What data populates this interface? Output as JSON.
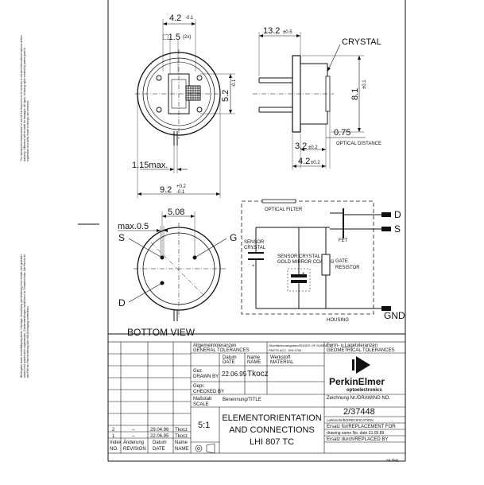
{
  "top_drawing": {
    "dim_width_top": "4.2",
    "dim_width_top_tol": "-0.1",
    "dim_square": "□1.5",
    "dim_square_sup": "(2x)",
    "dim_side_length": "13.2",
    "dim_side_length_tol": "±0.5",
    "label_crystal": "CRYSTAL",
    "dim_window_height": "5.2",
    "dim_window_height_tol": "-0.1",
    "dim_body_height": "8.1",
    "dim_body_height_tol": "±0.1",
    "dim_optical": "0.75",
    "label_optical_distance": "OPTICAL DISTANCE",
    "dim_3_2": "3.2",
    "dim_3_2_tol": "±0.2",
    "dim_4_2": "4.2",
    "dim_4_2_tol": "±0.2",
    "dim_max_tab": "1.15max.",
    "dim_diameter": "9.2",
    "dim_diameter_tol_plus": "+0.2",
    "dim_diameter_tol_minus": "-0.1"
  },
  "bottom_view": {
    "dim_pin_spacing": "5.08",
    "dim_max": "max.0.5",
    "pin_s": "S",
    "pin_g": "G",
    "pin_d": "D",
    "caption": "BOTTOM VIEW"
  },
  "schematic": {
    "label_optical_filter": "OPTICAL FILTER",
    "label_sensor_crystal": [
      "SENSOR",
      "CRYSTAL"
    ],
    "label_sensor_crystal_gold": [
      "SENSOR CRYSTAL",
      "GOLD MIRROR COATING"
    ],
    "label_fet": "FET",
    "label_gate_resistor": [
      "GATE",
      "RESISTOR"
    ],
    "label_housing": "HOUSING",
    "terminal_d": "D",
    "terminal_s": "S",
    "terminal_gnd": "GND"
  },
  "side_notes": {
    "note_top": "The reproduction/transmission or use of this document or its contents is not permitted without express written authority. Offenders will be liable for damages. All rights, including rights created by patent grant or registration of a utility model or design, are reserved.",
    "note_bottom": "Weitergabe sowie Vervielfältigung dieser Unterlage, Verwertung und Mitteilung ihres Inhalts nicht gestattet, soweit nicht ausdrücklich zugestanden. Zuwiderhandlungen verpflichten zu Schadenersatz. Alle Rechte für den Fall der Patenterteilung oder GM-Eintragung vorbehalten."
  },
  "title_block": {
    "general_tol_de": "Allgemeintoleranzen",
    "general_tol_en": "GENERAL TOLERANCES",
    "surface_de": "Oberflächenangaben/EDGES OF SURFACE",
    "surface_en": "PARTS ACC. DIN 6784",
    "form_tol_de": "Form- u.Lagetoleranzen",
    "form_tol_en": "GEOMETRICAL TOLERANCES",
    "date_de": "Datum",
    "date_en": "DATE",
    "name_de": "Name",
    "name_en": "NAME",
    "material_de": "Werkstoff",
    "material_en": "MATERIAL",
    "drawn_de": "Gez.",
    "drawn_en": "DRAWN BY",
    "drawn_date": "22.06.95",
    "drawn_name": "Tkocz",
    "checked_de": "Gepr.",
    "checked_en": "CHECKED BY",
    "scale_de": "Maßstab",
    "scale_en": "SCALE",
    "scale_value": "5:1",
    "title_de": "Benennung/TITLE",
    "title_line1": "ELEMENTORIENTATION",
    "title_line2": "AND CONNECTIONS",
    "title_line3": "LHI 807 TC",
    "company_name": "PerkinElmer",
    "company_sub": "optoelectronics",
    "drawing_no_label": "Zeichnung Nr./DRAWING NO.",
    "drawing_no": "2/37448",
    "spec_label": "Lieferschrift/SPECIFICATION",
    "replace_for_label": "Ersatz für/REPLACEMENT FOR",
    "replace_for_value": "drawing same No. date 31.05.89",
    "replaced_by_label": "Ersatz durch/REPLACED BY",
    "format": "A4.dwg",
    "revisions": [
      {
        "index": "2",
        "change": "–",
        "date": "29.04.96",
        "name": "Tkocz"
      },
      {
        "index": "1",
        "change": "–",
        "date": "22.06.95",
        "name": "Tkocz"
      }
    ],
    "rev_header": {
      "index_de": "Index",
      "index_en": "NO.",
      "change_de": "Änderung",
      "change_en": "REVISION",
      "date_de": "Datum",
      "date_en": "DATE",
      "name_de": "Name",
      "name_en": "NAME"
    }
  }
}
